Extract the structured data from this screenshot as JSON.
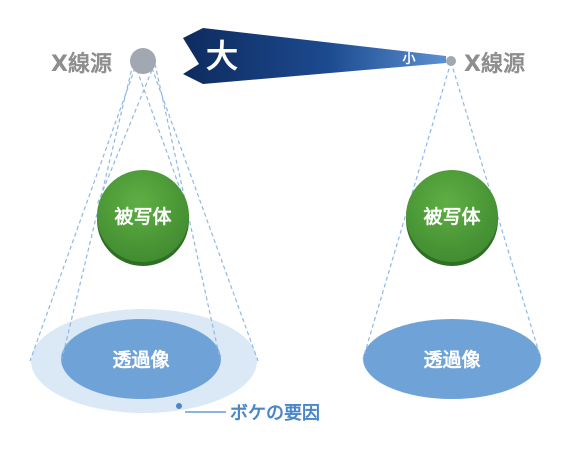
{
  "left": {
    "source_label": "X線源",
    "object_label": "被写体",
    "image_label": "透過像",
    "blur_label": "ボケの要因"
  },
  "right": {
    "source_label": "X線源",
    "object_label": "被写体",
    "image_label": "透過像"
  },
  "arrow": {
    "large_label": "大",
    "small_label": "小"
  },
  "colors": {
    "source": "#a2a8b2",
    "object_green": "#4f9d3a",
    "object_green_dark": "#2f6f25",
    "image_blue": "#6fa3d8",
    "blur_halo": "#dbe8f5",
    "cone_line": "#8fb8e2",
    "arrow_dark": "#0e2b5e",
    "arrow_light": "#4a7fc4",
    "label_gray": "#8e8e8e",
    "blur_text": "#4a86c8"
  }
}
